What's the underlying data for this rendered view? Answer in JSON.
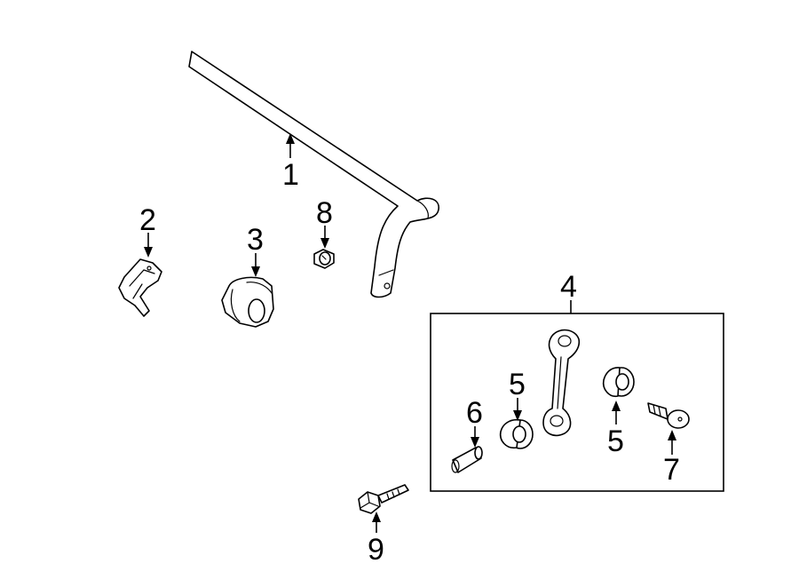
{
  "callouts": {
    "c1": "1",
    "c2": "2",
    "c3": "3",
    "c4": "4",
    "c5a": "5",
    "c5b": "5",
    "c6": "6",
    "c7": "7",
    "c8": "8",
    "c9": "9"
  },
  "colors": {
    "line": "#000000",
    "background": "#ffffff"
  }
}
